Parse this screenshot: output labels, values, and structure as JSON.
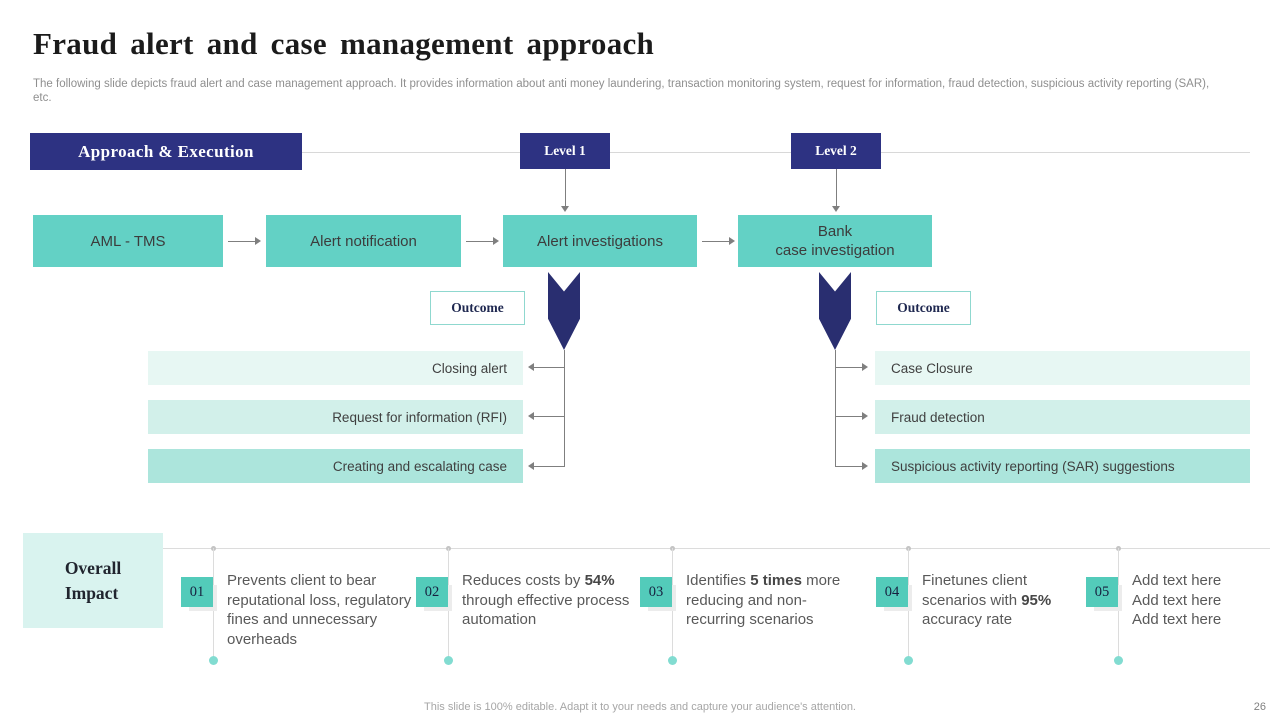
{
  "slide": {
    "title": "Fraud alert and case management approach",
    "subtitle": "The following slide depicts fraud alert and case management approach. It provides information about anti money laundering, transaction monitoring system, request for information, fraud detection, suspicious activity reporting (SAR), etc.",
    "footer_note": "This slide is 100% editable. Adapt it to your needs and capture your audience's attention.",
    "page_number": "26"
  },
  "palette": {
    "teal": "#63d1c5",
    "teal_dark": "#53cbba",
    "navy": "#2d3282",
    "chevron_navy": "#292e70",
    "row_light": "#e7f7f3",
    "row_medium": "#d2f0ea",
    "row_dark": "#ace5dc",
    "impact_box": "#d9f3ef"
  },
  "process": {
    "section_label": "Approach & Execution",
    "levels": [
      {
        "label": "Level 1"
      },
      {
        "label": "Level 2"
      }
    ],
    "flow_steps": [
      {
        "label": "AML - TMS"
      },
      {
        "label": "Alert notification"
      },
      {
        "label": "Alert investigations"
      },
      {
        "label": "Bank\ncase investigation"
      }
    ],
    "outcome_label": "Outcome",
    "left_outcomes": [
      "Closing alert",
      "Request for information (RFI)",
      "Creating and escalating case"
    ],
    "right_outcomes": [
      "Case Closure",
      "Fraud detection",
      "Suspicious activity reporting (SAR) suggestions"
    ],
    "row_colors": [
      "#e7f7f3",
      "#d2f0ea",
      "#ace5dc"
    ]
  },
  "impact": {
    "heading": "Overall\nImpact",
    "items": [
      {
        "number": "01",
        "segments": [
          {
            "text": "Prevents client to bear reputational loss, regulatory fines and unnecessary overheads",
            "bold": false
          }
        ]
      },
      {
        "number": "02",
        "segments": [
          {
            "text": "Reduces costs by ",
            "bold": false
          },
          {
            "text": "54%",
            "bold": true
          },
          {
            "text": " through effective process automation",
            "bold": false
          }
        ]
      },
      {
        "number": "03",
        "segments": [
          {
            "text": "Identifies ",
            "bold": false
          },
          {
            "text": "5 times",
            "bold": true
          },
          {
            "text": " more reducing and non-recurring scenarios",
            "bold": false
          }
        ]
      },
      {
        "number": "04",
        "segments": [
          {
            "text": "Finetunes client scenarios with ",
            "bold": false
          },
          {
            "text": "95%",
            "bold": true
          },
          {
            "text": " accuracy rate",
            "bold": false
          }
        ]
      },
      {
        "number": "05",
        "segments": [
          {
            "text": "Add text here",
            "bold": false,
            "break": true
          },
          {
            "text": "Add text here",
            "bold": false,
            "break": true
          },
          {
            "text": "Add text here",
            "bold": false
          }
        ]
      }
    ]
  }
}
